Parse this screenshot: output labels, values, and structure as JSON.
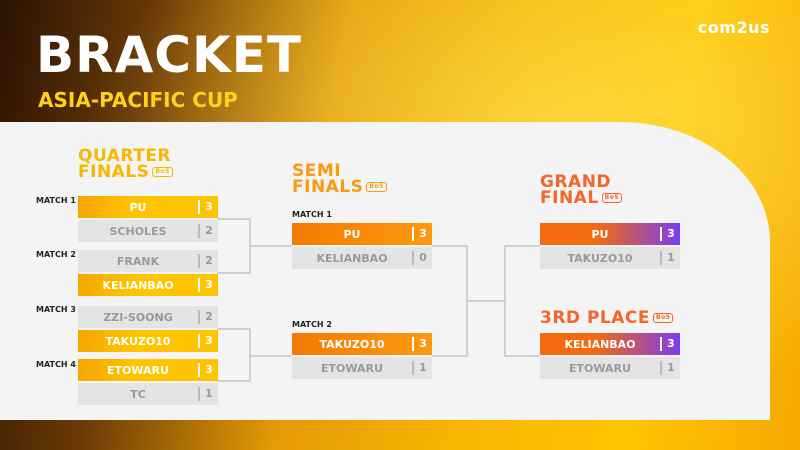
{
  "brand": "com2us",
  "title": "BRACKET",
  "subtitle": "ASIA-PACIFIC CUP",
  "quarter": {
    "title1": "QUARTER",
    "title2": "FINALS",
    "format": "Bo5",
    "matches": [
      {
        "label": "MATCH 1",
        "teams": [
          {
            "name": "PU",
            "score": "3"
          },
          {
            "name": "SCHOLES",
            "score": "2"
          }
        ]
      },
      {
        "label": "MATCH 2",
        "teams": [
          {
            "name": "FRANK",
            "score": "2"
          },
          {
            "name": "KELIANBAO",
            "score": "3"
          }
        ]
      },
      {
        "label": "MATCH 3",
        "teams": [
          {
            "name": "ZZI-SOONG",
            "score": "2"
          },
          {
            "name": "TAKUZO10",
            "score": "3"
          }
        ]
      },
      {
        "label": "MATCH 4",
        "teams": [
          {
            "name": "ETOWARU",
            "score": "3"
          },
          {
            "name": "TC",
            "score": "1"
          }
        ]
      }
    ]
  },
  "semi": {
    "title1": "SEMI",
    "title2": "FINALS",
    "format": "Bo5",
    "matches": [
      {
        "label": "MATCH 1",
        "teams": [
          {
            "name": "PU",
            "score": "3"
          },
          {
            "name": "KELIANBAO",
            "score": "0"
          }
        ]
      },
      {
        "label": "MATCH 2",
        "teams": [
          {
            "name": "TAKUZO10",
            "score": "3"
          },
          {
            "name": "ETOWARU",
            "score": "1"
          }
        ]
      }
    ]
  },
  "grand": {
    "title1": "GRAND",
    "title2": "FINAL",
    "format": "Bo5",
    "teams": [
      {
        "name": "PU",
        "score": "3"
      },
      {
        "name": "TAKUZO10",
        "score": "1"
      }
    ]
  },
  "third": {
    "title": "3RD PLACE",
    "format": "Bo5",
    "teams": [
      {
        "name": "KELIANBAO",
        "score": "3"
      },
      {
        "name": "ETOWARU",
        "score": "1"
      }
    ]
  },
  "colors": {
    "quarter": "#f8b800",
    "semi": "#fb9a10",
    "final": "#f4652a",
    "final_win_end": "#7a3cf0"
  }
}
